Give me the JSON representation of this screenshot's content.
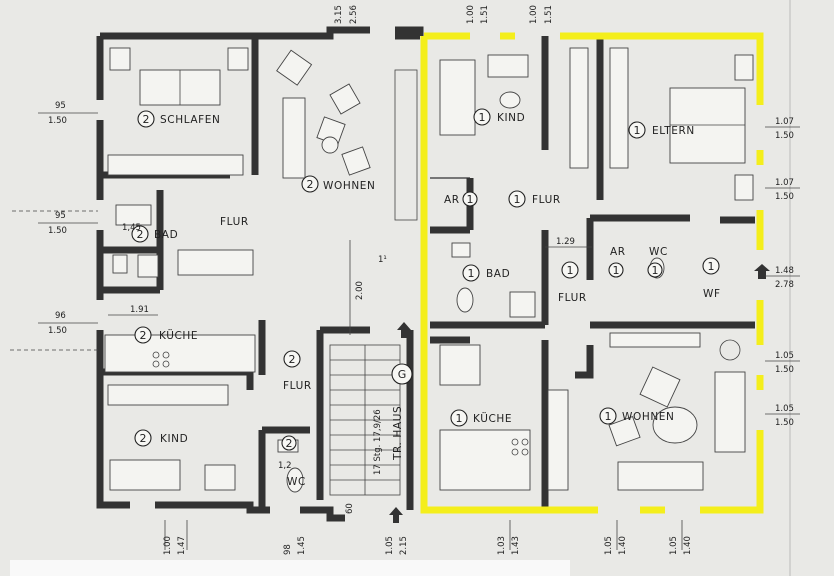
{
  "rooms": {
    "schlafen": {
      "num": "2",
      "name": "SCHLAFEN"
    },
    "wohnen2": {
      "num": "2",
      "name": "WOHNEN"
    },
    "bad2": {
      "num": "2",
      "name": "BAD"
    },
    "flur2a": {
      "name": "FLUR"
    },
    "kueche2": {
      "num": "2",
      "name": "KÜCHE"
    },
    "flur2b": {
      "num": "2",
      "name": "FLUR"
    },
    "kind2": {
      "num": "2",
      "name": "KIND"
    },
    "wc2": {
      "num": "2",
      "name": "WC"
    },
    "kind1": {
      "num": "1",
      "name": "KIND"
    },
    "eltern1": {
      "num": "1",
      "name": "ELTERN"
    },
    "ar1a": {
      "name": "AR",
      "num": "1"
    },
    "flur1a": {
      "num": "1",
      "name": "FLUR"
    },
    "bad1": {
      "num": "1",
      "name": "BAD"
    },
    "flur1b": {
      "num": "1",
      "name": "FLUR"
    },
    "ar1b": {
      "name": "AR",
      "num": "1"
    },
    "wc1": {
      "name": "WC",
      "num": "1"
    },
    "wf1": {
      "num": "1",
      "name": "WF"
    },
    "kueche1": {
      "num": "1",
      "name": "KÜCHE"
    },
    "wohnen1": {
      "num": "1",
      "name": "WOHNEN"
    }
  },
  "stair": {
    "label": "TR. HAUS",
    "marker": "G",
    "spec": "17 Stg. 17,9/26"
  },
  "dims": {
    "top_a": "3.15",
    "top_b": "2.56",
    "top_c": "1.00",
    "top_d": "1.51",
    "top_e": "1.00",
    "top_f": "1.51",
    "left_a1": "95",
    "left_a2": "1.50",
    "left_b1": "95",
    "left_b2": "1.50",
    "left_c1": "96",
    "left_c2": "1.50",
    "bad_small": "1,45",
    "kueche_small": "1.91",
    "wc_small": "1,2",
    "stair_len": "2.00",
    "stair_w": "1¹",
    "mid_129": "1.29",
    "right_a1": "1.07",
    "right_a2": "1.50",
    "right_b1": "1.07",
    "right_b2": "1.50",
    "right_c1": "1.48",
    "right_c2": "2.78",
    "right_d1": "1.05",
    "right_d2": "1.50",
    "right_e1": "1.05",
    "right_e2": "1.50",
    "bot_a": "1.00",
    "bot_b": "1.47",
    "bot_c": "98",
    "bot_d": "1.45",
    "bot_e": "1.05",
    "bot_f": "2.15",
    "bot_g": "1.03",
    "bot_h": "1.43",
    "bot_i": "1.05",
    "bot_j": "1.40",
    "bot_k": "1.05",
    "bot_l": "1.40",
    "stair_60": "60"
  },
  "colors": {
    "highlight": "#f4ee1c",
    "wall": "#333333",
    "paper": "#e9e9e6"
  }
}
